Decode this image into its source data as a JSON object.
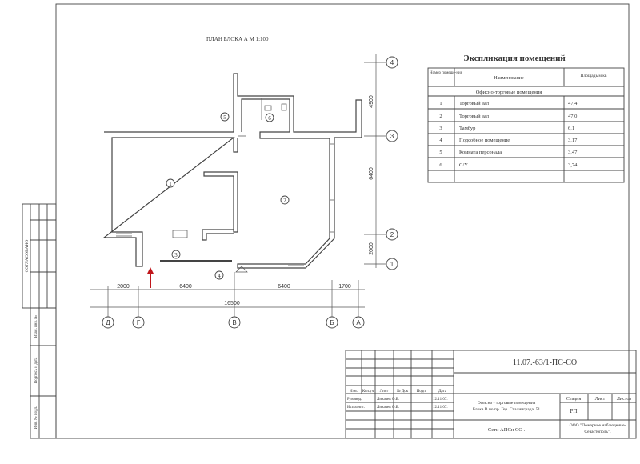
{
  "plan": {
    "title": "ПЛАН БЛОКА А   М 1:100",
    "rooms": [
      "1",
      "2",
      "3",
      "4",
      "5",
      "6"
    ],
    "axes_vertical": [
      "4",
      "3",
      "2",
      "1"
    ],
    "axes_horizontal": [
      "Д",
      "Г",
      "В",
      "Б",
      "А"
    ],
    "dims_vertical": [
      "4900",
      "6400",
      "2000"
    ],
    "dims_horizontal": [
      "2000",
      "6400",
      "6400",
      "1700"
    ],
    "dim_total": "16500"
  },
  "explication": {
    "title": "Экспликация помещений",
    "headers": {
      "number": "Номер помеще-ния",
      "name": "Наименование",
      "area": "Площадь м.кв"
    },
    "section": "Офисно-торговые помещения",
    "rows": [
      {
        "n": "1",
        "name": "Торговый зал",
        "area": "47,4"
      },
      {
        "n": "2",
        "name": "Торговый зал",
        "area": "47,0"
      },
      {
        "n": "3",
        "name": "Тамбур",
        "area": "6,1"
      },
      {
        "n": "4",
        "name": "Подсобное помещение",
        "area": "3,17"
      },
      {
        "n": "5",
        "name": "Комната персонала",
        "area": "3,47"
      },
      {
        "n": "6",
        "name": "С/У",
        "area": "3,74"
      }
    ]
  },
  "side_strip": {
    "agreed": "СОГЛАСОВАНО",
    "labels": [
      "Взам. инв. №",
      "Подпись и дата",
      "Инв. № подл."
    ]
  },
  "title_block": {
    "doc_code": "11.07.-63/1-ПС-СО",
    "headers": [
      "Изм.",
      "Кол.уч",
      "Лист",
      "№ Док",
      "Подп.",
      "Дата"
    ],
    "signers": [
      {
        "role": "Руковод.",
        "name": "Лихачев О.Б.",
        "date": "12.11.07."
      },
      {
        "role": "Исполнит.",
        "name": "Лихачев О.Б.",
        "date": "12.11.07."
      }
    ],
    "description_line1": "Офисно - торговые помещения",
    "description_line2": "Блока В по пр. Гер. Сталинграда, 51",
    "stage_label": "Стадия",
    "sheet_label": "Лист",
    "sheets_label": "Листов",
    "stage_value": "РП",
    "drawing_name": "Сети АПСн СО .",
    "company_line1": "ООО \"Пожарное наблюдение-",
    "company_line2": "Севастополь\"."
  },
  "colors": {
    "arrow": "#c0161b",
    "ink": "#333333"
  }
}
